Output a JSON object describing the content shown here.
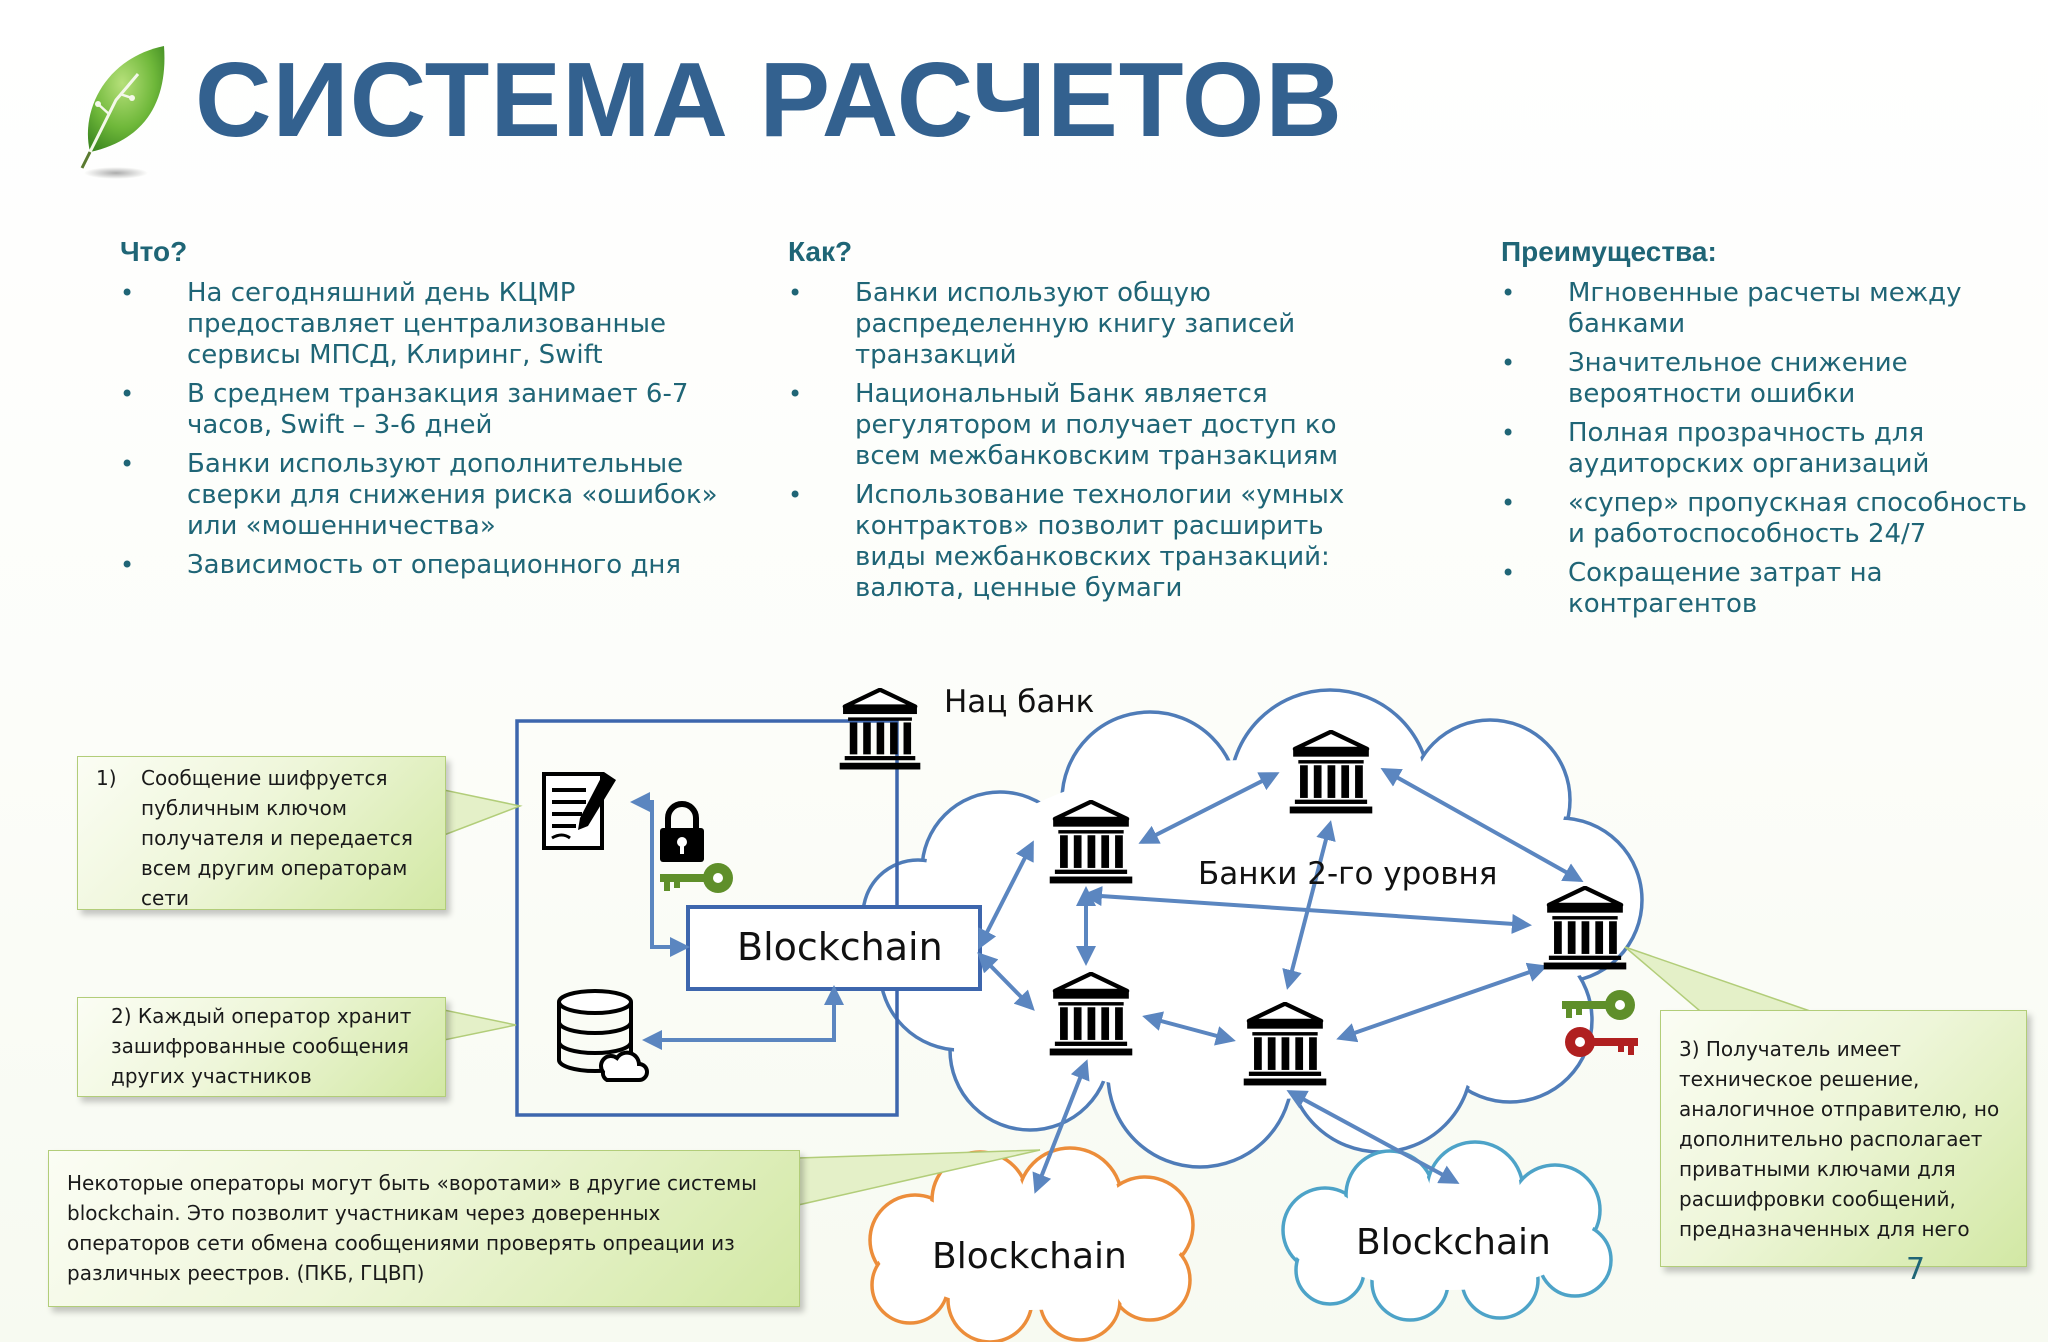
{
  "title": "СИСТЕМА РАСЧЕТОВ",
  "columns": [
    {
      "heading": "Что?",
      "items": [
        "На сегодняшний день КЦМР предоставляет централизованные сервисы МПСД, Клиринг, Swift",
        "В среднем транзакция занимает 6-7 часов, Swift – 3-6 дней",
        "Банки используют дополнительные сверки для снижения риска «ошибок» или «мошенничества»",
        "Зависимость от операционного дня"
      ]
    },
    {
      "heading": "Как?",
      "items": [
        "Банки используют общую распределенную книгу записей транзакций",
        "Национальный Банк является регулятором и получает доступ ко всем межбанковским транзакциям",
        "Использование технологии «умных контрактов» позволит расширить виды межбанковских транзакций: валюта, ценные бумаги"
      ]
    },
    {
      "heading": "Преимущества:",
      "items": [
        "Мгновенные расчеты между банками",
        "Значительное снижение вероятности ошибки",
        "Полная прозрачность для аудиторских организаций",
        "«супер» пропускная способность и работоспособность 24/7",
        "Сокращение затрат на контрагентов"
      ]
    }
  ],
  "diagram": {
    "nat_bank_label": "Нац банк",
    "banks_label": "Банки 2-го уровня",
    "blockchain_main": "Blockchain",
    "blockchain_orange": "Blockchain",
    "blockchain_teal": "Blockchain",
    "colors": {
      "box_border": "#3d66ad",
      "cloud_main": "#4f7cb8",
      "arrow": "#5b86c0",
      "cloud_orange": "#ec8d3a",
      "cloud_teal": "#4da3c8",
      "key_green": "#5f8f2a",
      "key_red": "#b02020"
    },
    "icons": [
      "document-pen-icon",
      "lock-icon",
      "key-icon",
      "database-cloud-icon",
      "bank-building-icon"
    ]
  },
  "callouts": {
    "c1_num": "1)",
    "c1_text": "Сообщение шифруется публичным ключом получателя и передается всем другим операторам сети",
    "c2_text": "2) Каждый оператор хранит зашифрованные сообщения других участников",
    "c3_text": "Некоторые операторы могут быть «воротами» в другие системы blockchain. Это позволит участникам через доверенных операторов сети обмена сообщениями проверять опреации из различных реестров. (ПКБ, ГЦВП)",
    "c4_text": "3) Получатель имеет техническое решение, аналогичное отправителю, но дополнительно располагает приватными ключами для расшифровки сообщений, предназначенных для него"
  },
  "page_number": "7"
}
